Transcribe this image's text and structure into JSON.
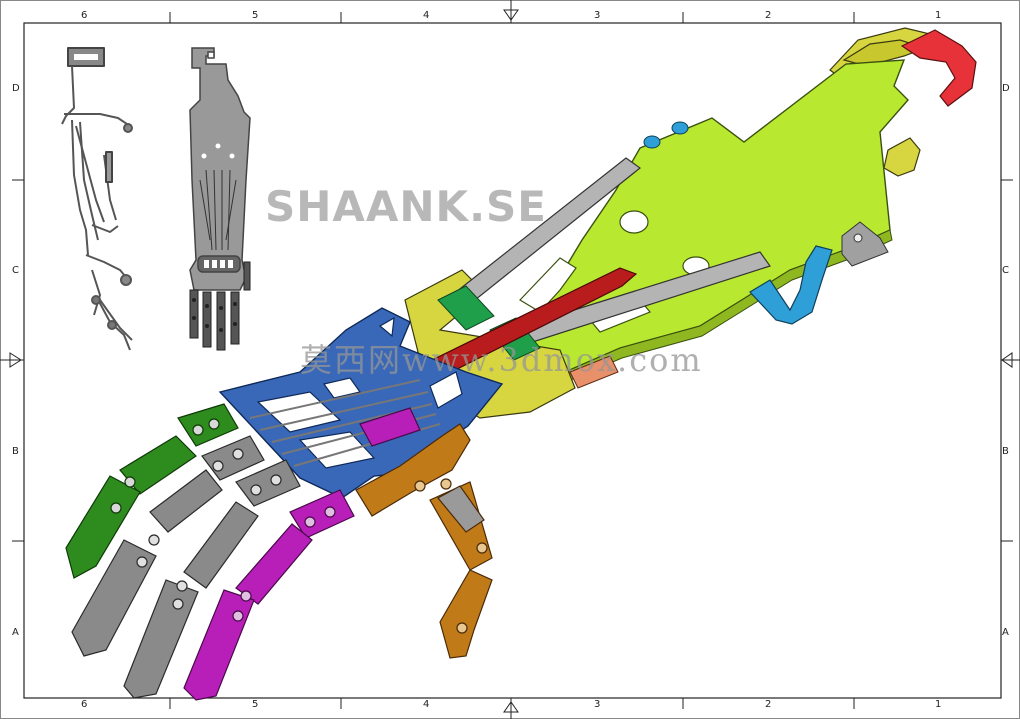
{
  "frame": {
    "top_zones": [
      "6",
      "5",
      "4",
      "3",
      "2",
      "1"
    ],
    "bottom_zones": [
      "6",
      "5",
      "4",
      "3",
      "2",
      "1"
    ],
    "left_zones": [
      "D",
      "C",
      "B",
      "A"
    ],
    "right_zones": [
      "D",
      "C",
      "B",
      "A"
    ]
  },
  "watermarks": {
    "brand": "SHAANK.SE",
    "site": "莫西网www.3dmox.com"
  },
  "colors": {
    "forearm": "#b8e830",
    "upper_bracket": "#d7d640",
    "strap_red": "#e8323a",
    "strap_blue": "#2f9fd8",
    "palm": "#3a68b8",
    "finger_green": "#2e8b1e",
    "finger_gray": "#8a8a8a",
    "finger_magenta": "#b81eb8",
    "thumb": "#c07a18",
    "tendon_red": "#b81c1c",
    "rail_gray": "#b4b4b4",
    "slider_green": "#1f9f4a"
  }
}
